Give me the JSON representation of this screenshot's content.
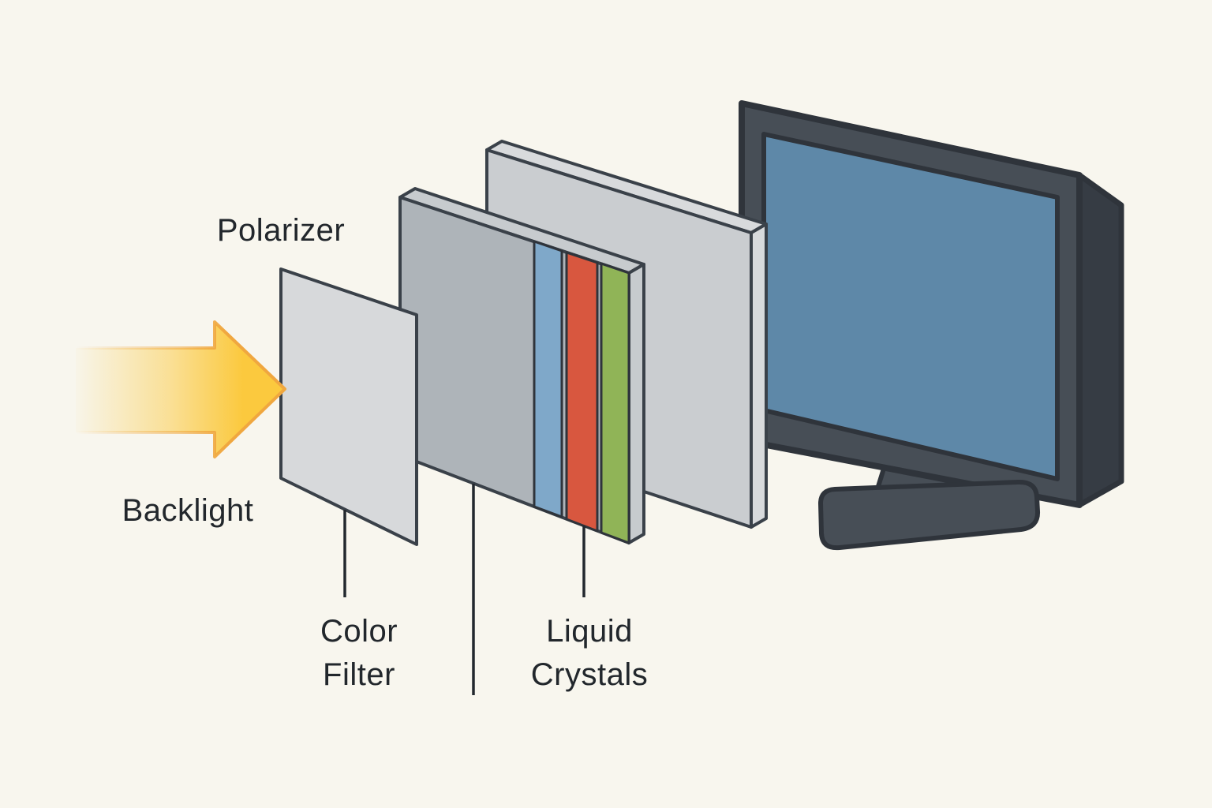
{
  "diagram": {
    "subject": "LCD display exploded-layer illustration",
    "labels": {
      "polarizer": "Polarizer",
      "backlight": "Backlight",
      "color_filter_line1": "Color",
      "color_filter_line2": "Filter",
      "liquid_crystals_line1": "Liquid",
      "liquid_crystals_line2": "Crystals"
    }
  },
  "colors": {
    "background": "#F8F6EE",
    "outline_dark": "#2F343B",
    "panel_outline": "#3A4149",
    "arrow_fill": "#FBC93E",
    "arrow_outline": "#F0A73F",
    "polarizer_fill": "#D7D9DB",
    "lc_panel_fill": "#AEB4B9",
    "lc_panel_edge": "#C7CBCE",
    "front_panel_fill": "#CACDD0",
    "front_panel_edge": "#D8DADC",
    "stripe_blue": "#7FA8C9",
    "stripe_red": "#D8573F",
    "stripe_green": "#90B457",
    "monitor_body": "#474E56",
    "monitor_side": "#363C44",
    "monitor_screen": "#5E88A8",
    "leader_line": "#23282E",
    "text": "#22272C"
  }
}
